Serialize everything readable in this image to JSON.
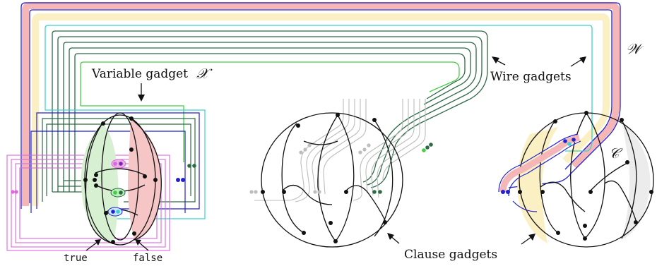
{
  "labels": {
    "variable_gadget": "Variable gadget",
    "variable_symbol": "𝒳",
    "wire_gadgets": "Wire gadgets",
    "wire_symbol": "𝒲",
    "clause_gadgets": "Clause gadgets",
    "clause_symbol": "𝒞",
    "true_label": "true",
    "false_label": "false"
  },
  "colors": {
    "pink_band": "#f4b6b6",
    "yellow_band": "#fbefc4",
    "green_region": "#d7f0d2",
    "red_region": "#f6c6c6",
    "grey_region": "#ececec",
    "blue_wire": "#2222cc",
    "cyan_wire": "#3fcfcf",
    "dark_green_wire": "#2e6b45",
    "light_green_wire": "#44cc44",
    "magenta_wire": "#dd66dd",
    "grey_wire": "#bdbdbd",
    "black_edges": "#111111"
  }
}
